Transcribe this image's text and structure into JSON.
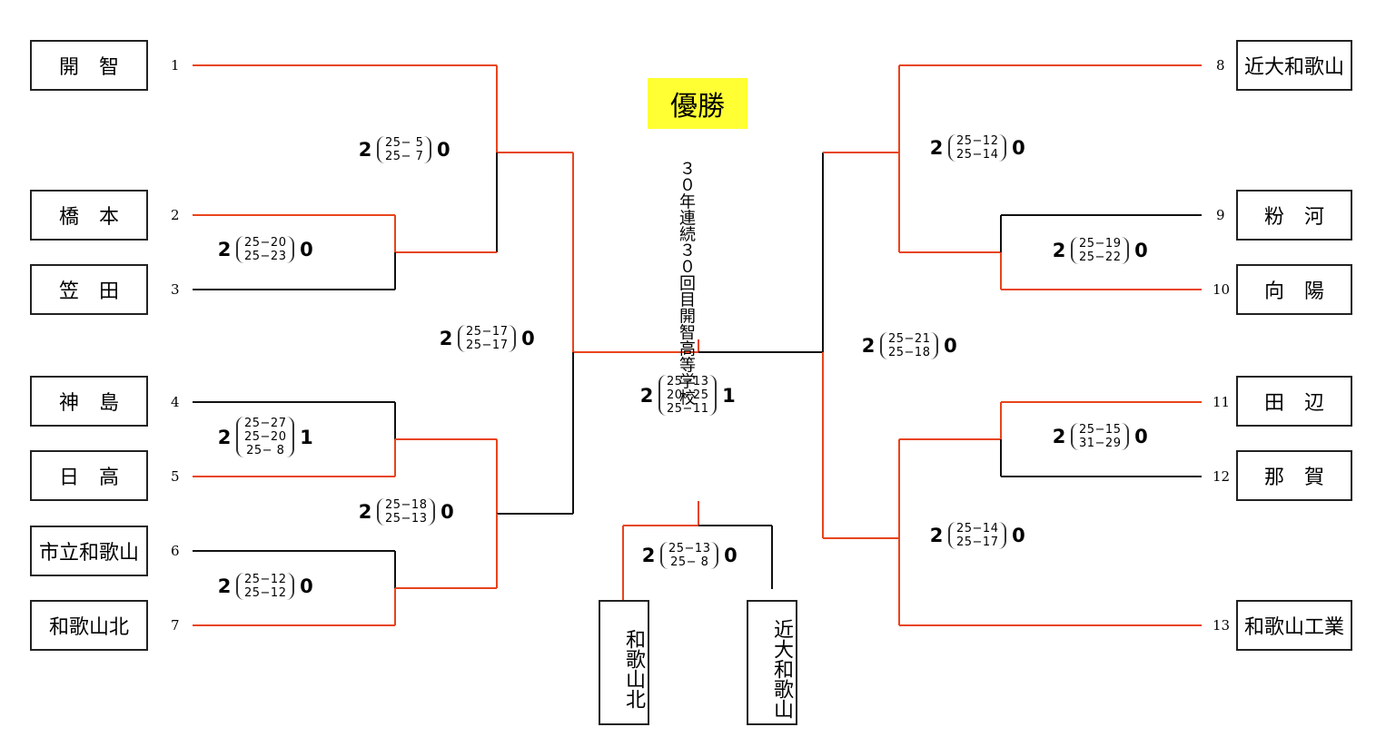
{
  "colors": {
    "winner_line": "#e8441c",
    "loser_line": "#111111",
    "champion_bg": "#ffff33"
  },
  "champion_label": "優勝",
  "record_text": "３０年連続３０回目",
  "record_school": "開智高等学校",
  "teams": [
    {
      "id": "kaichi",
      "name": "開　智",
      "seed": "1"
    },
    {
      "id": "hashimoto",
      "name": "橋　本",
      "seed": "2"
    },
    {
      "id": "kasada",
      "name": "笠　田",
      "seed": "3"
    },
    {
      "id": "kamishima",
      "name": "神　島",
      "seed": "4"
    },
    {
      "id": "hidaka",
      "name": "日　高",
      "seed": "5"
    },
    {
      "id": "shiritsu-wakayama",
      "name": "市立和歌山",
      "seed": "6"
    },
    {
      "id": "wakayama-kita",
      "name": "和歌山北",
      "seed": "7"
    },
    {
      "id": "kindai-wakayama",
      "name": "近大和歌山",
      "seed": "8"
    },
    {
      "id": "kokawa",
      "name": "粉　河",
      "seed": "9"
    },
    {
      "id": "koyo",
      "name": "向　陽",
      "seed": "10"
    },
    {
      "id": "tanabe",
      "name": "田　辺",
      "seed": "11"
    },
    {
      "id": "naga",
      "name": "那　賀",
      "seed": "12"
    },
    {
      "id": "wakayama-kogyo",
      "name": "和歌山工業",
      "seed": "13"
    }
  ],
  "third_place_teams": [
    "和歌山北",
    "近大和歌山"
  ],
  "matches": [
    {
      "id": "m-2v3",
      "win": "2",
      "lose": "0",
      "sets": [
        "25−20",
        "25−23"
      ]
    },
    {
      "id": "m-1",
      "win": "2",
      "lose": "0",
      "sets": [
        "25−  5",
        "25−  7"
      ]
    },
    {
      "id": "m-4v5",
      "win": "2",
      "lose": "1",
      "sets": [
        "25−27",
        "25−20",
        "25−  8"
      ]
    },
    {
      "id": "m-6v7",
      "win": "2",
      "lose": "0",
      "sets": [
        "25−12",
        "25−12"
      ]
    },
    {
      "id": "m-left-lower",
      "win": "2",
      "lose": "0",
      "sets": [
        "25−18",
        "25−13"
      ]
    },
    {
      "id": "m-left-semi",
      "win": "2",
      "lose": "0",
      "sets": [
        "25−17",
        "25−17"
      ]
    },
    {
      "id": "m-final",
      "win": "2",
      "lose": "1",
      "sets": [
        "25−13",
        "20−25",
        "25−11"
      ]
    },
    {
      "id": "m-third",
      "win": "2",
      "lose": "0",
      "sets": [
        "25−13",
        "25−  8"
      ]
    },
    {
      "id": "m-right-upper",
      "win": "2",
      "lose": "0",
      "sets": [
        "25−12",
        "25−14"
      ]
    },
    {
      "id": "m-9v10",
      "win": "2",
      "lose": "0",
      "sets": [
        "25−19",
        "25−22"
      ]
    },
    {
      "id": "m-right-semi",
      "win": "2",
      "lose": "0",
      "sets": [
        "25−21",
        "25−18"
      ]
    },
    {
      "id": "m-11v12",
      "win": "2",
      "lose": "0",
      "sets": [
        "25−15",
        "31−29"
      ]
    },
    {
      "id": "m-right-lower",
      "win": "2",
      "lose": "0",
      "sets": [
        "25−14",
        "25−17"
      ]
    }
  ]
}
